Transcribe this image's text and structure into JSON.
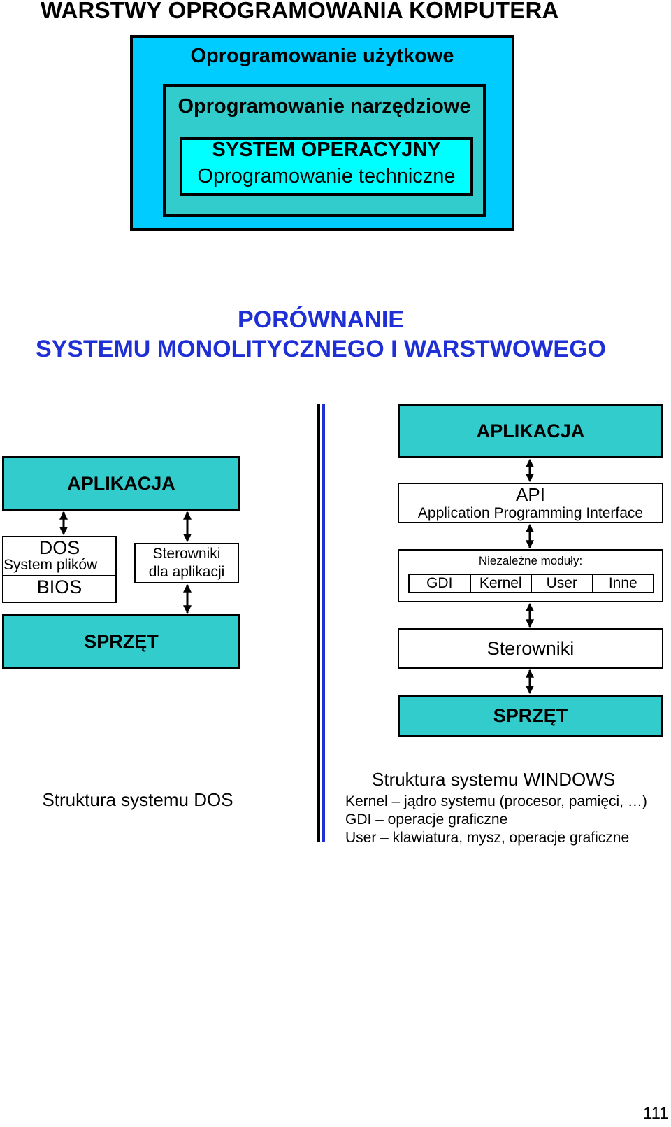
{
  "title": "WARSTWY OPROGRAMOWANIA KOMPUTERA",
  "layers": {
    "outer": "Oprogramowanie użytkowe",
    "middle": "Oprogramowanie narzędziowe",
    "inner_title": "SYSTEM OPERACYJNY",
    "inner_subtitle": "Oprogramowanie techniczne"
  },
  "comparison": {
    "line1": "PORÓWNANIE",
    "line2": "SYSTEMU MONOLITYCZNEGO I WARSTWOWEGO"
  },
  "dos": {
    "app": "APLIKACJA",
    "os_name": "DOS",
    "os_fs": "System plików",
    "os_bios": "BIOS",
    "drivers_line1": "Sterowniki",
    "drivers_line2": "dla aplikacji",
    "hardware": "SPRZĘT",
    "caption": "Struktura systemu DOS"
  },
  "windows": {
    "app": "APLIKACJA",
    "api_name": "API",
    "api_full": "Application Programming Interface",
    "modules_title": "Niezależne moduły:",
    "modules": [
      "GDI",
      "Kernel",
      "User",
      "Inne"
    ],
    "drivers": "Sterowniki",
    "hardware": "SPRZĘT",
    "caption_title": "Struktura systemu WINDOWS",
    "notes": [
      "Kernel – jądro systemu (procesor, pamięci, …)",
      "GDI – operacje graficzne",
      "User – klawiatura, mysz, operacje graficzne"
    ]
  },
  "page_number": "111",
  "colors": {
    "outer_layer": "#00ccff",
    "middle_layer": "#33cccc",
    "inner_layer": "#00ffff",
    "teal_box": "#33cccc",
    "heading_blue": "#1f2fd6"
  }
}
